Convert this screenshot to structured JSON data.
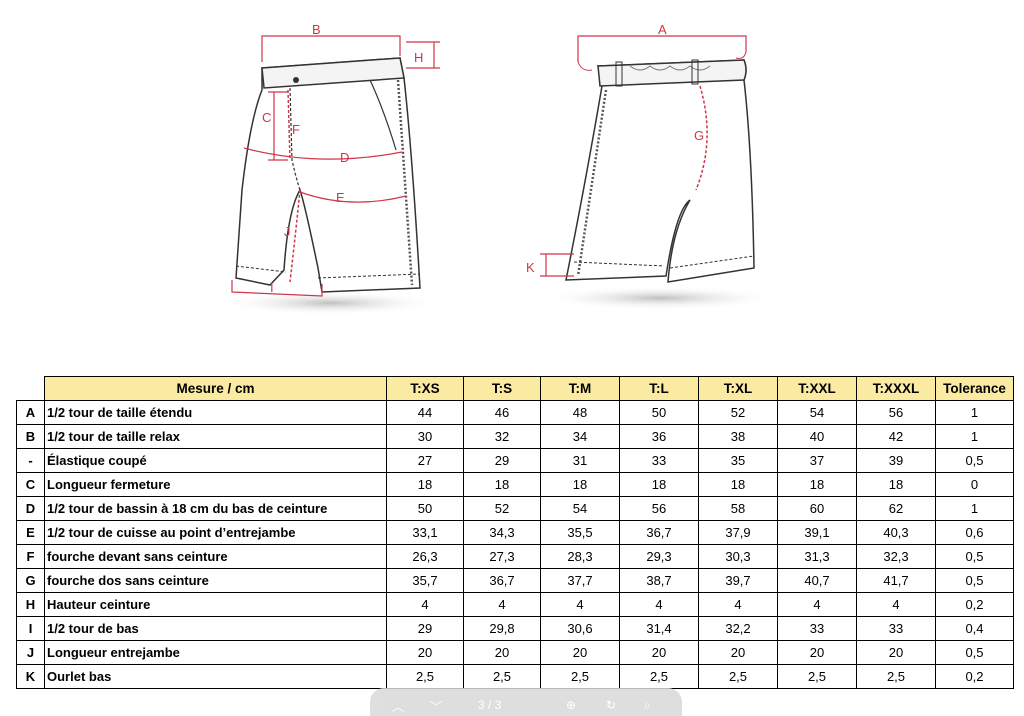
{
  "colors": {
    "header_bg": "#fbeaa2",
    "dimension": "#d0364a"
  },
  "diagram": {
    "front_labels": [
      "B",
      "H",
      "C",
      "F",
      "D",
      "E",
      "J",
      "I"
    ],
    "back_labels": [
      "A",
      "G",
      "K"
    ]
  },
  "table": {
    "columns": [
      "Mesure / cm",
      "T:XS",
      "T:S",
      "T:M",
      "T:L",
      "T:XL",
      "T:XXL",
      "T:XXXL",
      "Tolerance"
    ],
    "rows": [
      {
        "code": "A",
        "label": "1/2 tour de taille étendu",
        "values": [
          "44",
          "46",
          "48",
          "50",
          "52",
          "54",
          "56",
          "1"
        ]
      },
      {
        "code": "B",
        "label": "1/2 tour de taille relax",
        "values": [
          "30",
          "32",
          "34",
          "36",
          "38",
          "40",
          "42",
          "1"
        ]
      },
      {
        "code": "-",
        "label": "Élastique coupé",
        "values": [
          "27",
          "29",
          "31",
          "33",
          "35",
          "37",
          "39",
          "0,5"
        ]
      },
      {
        "code": "C",
        "label": "Longueur fermeture",
        "values": [
          "18",
          "18",
          "18",
          "18",
          "18",
          "18",
          "18",
          "0"
        ]
      },
      {
        "code": "D",
        "label": "1/2 tour de bassin à 18 cm du bas de ceinture",
        "values": [
          "50",
          "52",
          "54",
          "56",
          "58",
          "60",
          "62",
          "1"
        ]
      },
      {
        "code": "E",
        "label": "1/2 tour de cuisse au point d’entrejambe",
        "values": [
          "33,1",
          "34,3",
          "35,5",
          "36,7",
          "37,9",
          "39,1",
          "40,3",
          "0,6"
        ]
      },
      {
        "code": "F",
        "label": "fourche devant sans ceinture",
        "values": [
          "26,3",
          "27,3",
          "28,3",
          "29,3",
          "30,3",
          "31,3",
          "32,3",
          "0,5"
        ]
      },
      {
        "code": "G",
        "label": "fourche dos sans ceinture",
        "values": [
          "35,7",
          "36,7",
          "37,7",
          "38,7",
          "39,7",
          "40,7",
          "41,7",
          "0,5"
        ]
      },
      {
        "code": "H",
        "label": "Hauteur ceinture",
        "values": [
          "4",
          "4",
          "4",
          "4",
          "4",
          "4",
          "4",
          "0,2"
        ]
      },
      {
        "code": "I",
        "label": "1/2 tour de bas",
        "values": [
          "29",
          "29,8",
          "30,6",
          "31,4",
          "32,2",
          "33",
          "33",
          "0,4"
        ]
      },
      {
        "code": "J",
        "label": "Longueur entrejambe",
        "values": [
          "20",
          "20",
          "20",
          "20",
          "20",
          "20",
          "20",
          "0,5"
        ]
      },
      {
        "code": "K",
        "label": "Ourlet bas",
        "values": [
          "2,5",
          "2,5",
          "2,5",
          "2,5",
          "2,5",
          "2,5",
          "2,5",
          "0,2"
        ]
      }
    ]
  },
  "viewer": {
    "page_indicator": "3 / 3"
  }
}
